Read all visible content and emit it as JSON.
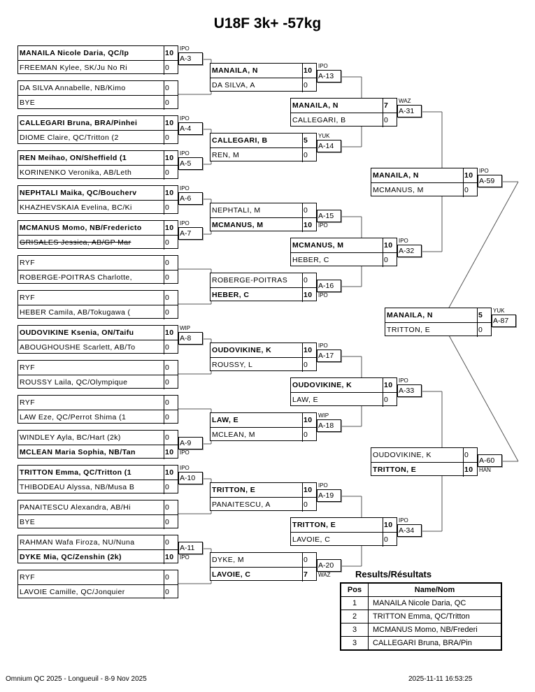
{
  "title": "U18F 3k+ -57kg",
  "rounds": [
    [
      {
        "players": [
          {
            "name": "MANAILA Nicole Daria, QC/Ip",
            "score": "10",
            "win": true
          },
          {
            "name": "FREEMAN Kylee, SK/Ju No Ri",
            "score": "0"
          }
        ],
        "label": "A-3",
        "tech": "IPO"
      },
      {
        "players": [
          {
            "name": "DA SILVA Annabelle, NB/Kimo",
            "score": "0"
          },
          {
            "name": "BYE",
            "score": "0"
          }
        ]
      },
      {
        "players": [
          {
            "name": "CALLEGARI Bruna, BRA/Pinhei",
            "score": "10",
            "win": true
          },
          {
            "name": "DIOME Claire, QC/Tritton (2",
            "score": "0"
          }
        ],
        "label": "A-4",
        "tech": "IPO"
      },
      {
        "players": [
          {
            "name": "REN Meihao, ON/Sheffield (1",
            "score": "10",
            "win": true
          },
          {
            "name": "KORINENKO Veronika, AB/Leth",
            "score": "0"
          }
        ],
        "label": "A-5",
        "tech": "IPO"
      },
      {
        "players": [
          {
            "name": "NEPHTALI Maika, QC/Boucherv",
            "score": "10",
            "win": true
          },
          {
            "name": "KHAZHEVSKAIA Evelina, BC/Ki",
            "score": "0"
          }
        ],
        "label": "A-6",
        "tech": "IPO"
      },
      {
        "players": [
          {
            "name": "MCMANUS Momo, NB/Fredericto",
            "score": "10",
            "win": true
          },
          {
            "name": "GRISALES Jessica, AB/GP Mar",
            "score": "0",
            "strike": true
          }
        ],
        "label": "A-7",
        "tech": "IPO"
      },
      {
        "players": [
          {
            "name": "RYF",
            "score": "0"
          },
          {
            "name": "ROBERGE-POITRAS Charlotte,",
            "score": "0"
          }
        ]
      },
      {
        "players": [
          {
            "name": "RYF",
            "score": "0"
          },
          {
            "name": "HEBER Camila, AB/Tokugawa (",
            "score": "0"
          }
        ]
      },
      {
        "players": [
          {
            "name": "OUDOVIKINE Ksenia, ON/Taifu",
            "score": "10",
            "win": true
          },
          {
            "name": "ABOUGHOUSHE Scarlett, AB/To",
            "score": "0"
          }
        ],
        "label": "A-8",
        "tech": "WIP"
      },
      {
        "players": [
          {
            "name": "RYF",
            "score": "0"
          },
          {
            "name": "ROUSSY Laila, QC/Olympique",
            "score": "0"
          }
        ]
      },
      {
        "players": [
          {
            "name": "RYF",
            "score": "0"
          },
          {
            "name": "LAW Eze, QC/Perrot Shima (1",
            "score": "0"
          }
        ]
      },
      {
        "players": [
          {
            "name": "WINDLEY Ayla, BC/Hart (2k)",
            "score": "0"
          },
          {
            "name": "MCLEAN Maria Sophia, NB/Tan",
            "score": "10",
            "win": true
          }
        ],
        "label": "A-9",
        "tech": "IPO"
      },
      {
        "players": [
          {
            "name": "TRITTON Emma, QC/Tritton (1",
            "score": "10",
            "win": true
          },
          {
            "name": "THIBODEAU Alyssa, NB/Musa B",
            "score": "0"
          }
        ],
        "label": "A-10",
        "tech": "IPO"
      },
      {
        "players": [
          {
            "name": "PANAITESCU Alexandra, AB/Hi",
            "score": "0"
          },
          {
            "name": "BYE",
            "score": "0"
          }
        ]
      },
      {
        "players": [
          {
            "name": "RAHMAN Wafa Firoza, NU/Nuna",
            "score": "0"
          },
          {
            "name": "DYKE Mia, QC/Zenshin (2k)",
            "score": "10",
            "win": true
          }
        ],
        "label": "A-11",
        "tech": "IPO"
      },
      {
        "players": [
          {
            "name": "RYF",
            "score": "0"
          },
          {
            "name": "LAVOIE Camille, QC/Jonquier",
            "score": "0"
          }
        ]
      }
    ],
    [
      {
        "players": [
          {
            "name": "MANAILA, N",
            "score": "10",
            "win": true
          },
          {
            "name": "DA SILVA, A",
            "score": "0"
          }
        ],
        "label": "A-13",
        "tech": "IPO"
      },
      {
        "players": [
          {
            "name": "CALLEGARI, B",
            "score": "5",
            "win": true
          },
          {
            "name": "REN, M",
            "score": "0"
          }
        ],
        "label": "A-14",
        "tech": "YUK"
      },
      {
        "players": [
          {
            "name": "NEPHTALI, M",
            "score": "0"
          },
          {
            "name": "MCMANUS, M",
            "score": "10",
            "win": true
          }
        ],
        "label": "A-15",
        "tech": "IPO"
      },
      {
        "players": [
          {
            "name": "ROBERGE-POITRAS",
            "score": "0"
          },
          {
            "name": "HEBER, C",
            "score": "10",
            "win": true
          }
        ],
        "label": "A-16",
        "tech": "IPO"
      },
      {
        "players": [
          {
            "name": "OUDOVIKINE, K",
            "score": "10",
            "win": true
          },
          {
            "name": "ROUSSY, L",
            "score": "0"
          }
        ],
        "label": "A-17",
        "tech": "IPO"
      },
      {
        "players": [
          {
            "name": "LAW, E",
            "score": "10",
            "win": true
          },
          {
            "name": "MCLEAN, M",
            "score": "0"
          }
        ],
        "label": "A-18",
        "tech": "WIP"
      },
      {
        "players": [
          {
            "name": "TRITTON, E",
            "score": "10",
            "win": true
          },
          {
            "name": "PANAITESCU, A",
            "score": "0"
          }
        ],
        "label": "A-19",
        "tech": "IPO"
      },
      {
        "players": [
          {
            "name": "DYKE, M",
            "score": "0"
          },
          {
            "name": "LAVOIE, C",
            "score": "7",
            "win": true
          }
        ],
        "label": "A-20",
        "tech": "WAZ"
      }
    ],
    [
      {
        "players": [
          {
            "name": "MANAILA, N",
            "score": "7",
            "win": true
          },
          {
            "name": "CALLEGARI, B",
            "score": "0"
          }
        ],
        "label": "A-31",
        "tech": "WAZ"
      },
      {
        "players": [
          {
            "name": "MCMANUS, M",
            "score": "10",
            "win": true
          },
          {
            "name": "HEBER, C",
            "score": "0"
          }
        ],
        "label": "A-32",
        "tech": "IPO"
      },
      {
        "players": [
          {
            "name": "OUDOVIKINE, K",
            "score": "10",
            "win": true
          },
          {
            "name": "LAW, E",
            "score": "0"
          }
        ],
        "label": "A-33",
        "tech": "IPO"
      },
      {
        "players": [
          {
            "name": "TRITTON, E",
            "score": "10",
            "win": true
          },
          {
            "name": "LAVOIE, C",
            "score": "0"
          }
        ],
        "label": "A-34",
        "tech": "IPO"
      }
    ],
    [
      {
        "players": [
          {
            "name": "MANAILA, N",
            "score": "10",
            "win": true
          },
          {
            "name": "MCMANUS, M",
            "score": "0"
          }
        ],
        "label": "A-59",
        "tech": "IPO"
      },
      {
        "players": [
          {
            "name": "OUDOVIKINE, K",
            "score": "0"
          },
          {
            "name": "TRITTON, E",
            "score": "10",
            "win": true
          }
        ],
        "label": "A-60",
        "tech": "HAN"
      }
    ],
    [
      {
        "players": [
          {
            "name": "MANAILA, N",
            "score": "5",
            "win": true
          },
          {
            "name": "TRITTON, E",
            "score": "0"
          }
        ],
        "label": "A-87",
        "tech": "YUK"
      }
    ]
  ],
  "results": {
    "title": "Results/Résultats",
    "headers": {
      "pos": "Pos",
      "name": "Name/Nom"
    },
    "rows": [
      {
        "pos": "1",
        "name": "MANAILA Nicole Daria, QC"
      },
      {
        "pos": "2",
        "name": "TRITTON Emma, QC/Tritton"
      },
      {
        "pos": "3",
        "name": "MCMANUS Momo, NB/Frederi"
      },
      {
        "pos": "3",
        "name": "CALLEGARI Bruna, BRA/Pin"
      }
    ]
  },
  "footer": {
    "event": "Omnium QC 2025 - Longueuil - 8-9 Nov 2025",
    "timestamp": "2025-11-11 16:53:25"
  }
}
